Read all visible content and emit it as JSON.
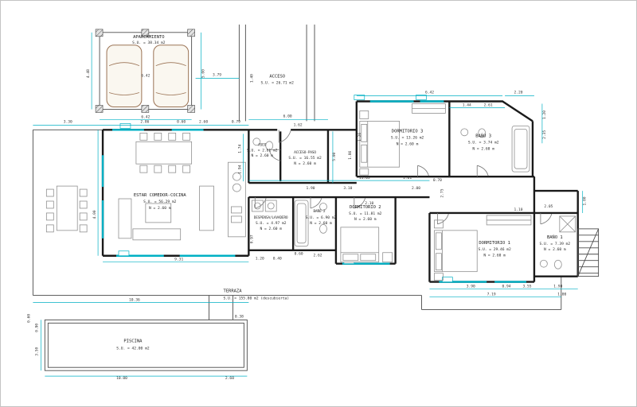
{
  "colors": {
    "wall": "#1a1a1a",
    "dimension": "#00b0c4",
    "furniture": "#8f8f8f",
    "car": "#9b7355",
    "text": "#222222",
    "paper": "#ffffff"
  },
  "rooms": {
    "aparcamiento": {
      "name": "APARCAMIENTO",
      "area": "S.U. = 38.34 m2"
    },
    "acceso": {
      "name": "ACCESO",
      "area": "S.U. = 26.71 m2"
    },
    "aseo": {
      "name": "ASEO",
      "area": "S.U. = 2.61 m2",
      "height": "N = 2.60 m"
    },
    "acceso_paso": {
      "name": "ACCESO-PASO",
      "area": "S.U. = 16.55 m2",
      "height": "N = 2.60 m"
    },
    "dormitorio3": {
      "name": "DORMITORIO 3",
      "area": "S.U. = 13.26 m2",
      "height": "N = 2.60 m"
    },
    "bano3": {
      "name": "BAÑO 3",
      "area": "S.U. = 3.74 m2",
      "height": "N = 2.60 m"
    },
    "estar": {
      "name": "ESTAR COMEDOR-COCINA",
      "area": "S.U. = 56.29 m2",
      "height": "N = 2.60 m"
    },
    "despensa": {
      "name": "DESPENSA/LAVADERO",
      "area": "S.U. = 4.97 m2",
      "height": "N = 2.60 m"
    },
    "bano2": {
      "name": "BAÑO 2",
      "area": "S.U. = 6.90 m2",
      "height": "N = 2.60 m"
    },
    "dormitorio2": {
      "name": "DORMITORIO 2",
      "area": "S.U. = 11.81 m2",
      "height": "N = 2.60 m"
    },
    "dormitorio1": {
      "name": "DORMITORIO 1",
      "area": "S.U. = 29.46 m2",
      "height": "N = 2.60 m"
    },
    "bano1": {
      "name": "BAÑO 1",
      "area": "S.U. = 7.39 m2",
      "height": "N = 2.60 m"
    },
    "terraza": {
      "name": "TERRAZA",
      "area": "S.U. = 155.80 m2 (descubierta)"
    },
    "piscina": {
      "name": "PISCINA",
      "area": "S.U. = 42.00 m2"
    }
  },
  "dims": [
    "6.42",
    "4.48",
    "5.00",
    "6.42",
    "3.79",
    "1.40",
    "3.30",
    "2.86",
    "0.60",
    "2.60",
    "0.79",
    "6.00",
    "1.62",
    "6.42",
    "1.44",
    "2.61",
    "2.20",
    "1.20",
    "2.35",
    "1.74",
    "1.94",
    "5.00",
    "1.86",
    "1.26",
    "11.03",
    "1.01",
    "1.90",
    "3.10",
    "2.10",
    "0.70",
    "2.00",
    "4.00",
    "9.31",
    "0.97",
    "1.20",
    "0.40",
    "0.60",
    "2.62",
    "2.75",
    "2.05",
    "1.10",
    "1.00",
    "3.90",
    "0.94",
    "3.55",
    "1.90",
    "7.19",
    "1.00",
    "10.36",
    "10.00",
    "2.60",
    "0.90",
    "3.50",
    "0.38",
    "0.60"
  ]
}
